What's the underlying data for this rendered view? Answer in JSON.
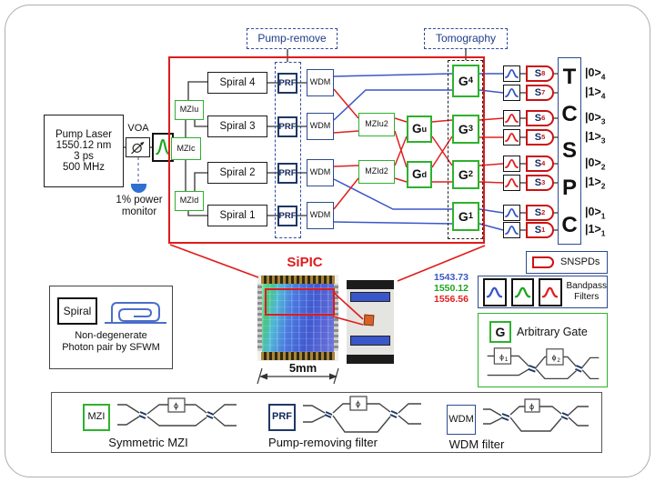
{
  "main": {
    "pump_laser": [
      "Pump Laser",
      "1550.12 nm",
      "3 ps",
      "500 MHz"
    ],
    "voa_label": "VOA",
    "power_monitor": [
      "1% power",
      "monitor"
    ],
    "pump_remove_label": "Pump-remove",
    "tomography_label": "Tomography",
    "mziu": "MZIu",
    "mzic": "MZIc",
    "mzid": "MZId",
    "mziu2": "MZIu2",
    "mzid2": "MZId2",
    "spirals": [
      "Spiral 4",
      "Spiral 3",
      "Spiral 2",
      "Spiral 1"
    ],
    "prf_label": "PRF",
    "wdm_label": "WDM",
    "gate_u": {
      "base": "G",
      "sub": "u"
    },
    "gate_d": {
      "base": "G",
      "sub": "d"
    },
    "gates": [
      {
        "base": "G",
        "sub": "4"
      },
      {
        "base": "G",
        "sub": "3"
      },
      {
        "base": "G",
        "sub": "2"
      },
      {
        "base": "G",
        "sub": "1"
      }
    ],
    "detectors": [
      {
        "base": "S",
        "sub": "8"
      },
      {
        "base": "S",
        "sub": "7"
      },
      {
        "base": "S",
        "sub": "6"
      },
      {
        "base": "S",
        "sub": "5"
      },
      {
        "base": "S",
        "sub": "4"
      },
      {
        "base": "S",
        "sub": "3"
      },
      {
        "base": "S",
        "sub": "2"
      },
      {
        "base": "S",
        "sub": "1"
      }
    ],
    "tcspc_letters": [
      "T",
      "C",
      "S",
      "P",
      "C"
    ],
    "kets": [
      {
        "base": "|0>",
        "sub": "4"
      },
      {
        "base": "|1>",
        "sub": "4"
      },
      {
        "base": "|0>",
        "sub": "3"
      },
      {
        "base": "|1>",
        "sub": "3"
      },
      {
        "base": "|0>",
        "sub": "2"
      },
      {
        "base": "|1>",
        "sub": "2"
      },
      {
        "base": "|0>",
        "sub": "1"
      },
      {
        "base": "|1>",
        "sub": "1"
      }
    ],
    "sipic_label": "SiPIC",
    "chip_scale": "5mm"
  },
  "legend": {
    "spiral_box": "Spiral",
    "spiral_desc": [
      "Non-degenerate",
      "Photon pair by SFWM"
    ],
    "wavelengths": [
      {
        "value": "1543.73",
        "color": "#3a57c9"
      },
      {
        "value": "1550.12",
        "color": "#1fa51f"
      },
      {
        "value": "1556.56",
        "color": "#e02020"
      }
    ],
    "snspd_label": "SNSPDs",
    "bandpass_label": [
      "Bandpass",
      "Filters"
    ],
    "arbitrary": {
      "g": "G",
      "title": "Arbitrary Gate",
      "phi1": {
        "base": "ϕ",
        "sub": "1"
      },
      "phi2": {
        "base": "ϕ",
        "sub": "2"
      }
    },
    "bottom": {
      "mzi": "MZI",
      "mzi_title": "Symmetric MZI",
      "prf": "PRF",
      "prf_title": "Pump-removing filter",
      "wdm": "WDM",
      "wdm_title": "WDM filter",
      "phi": "ϕ"
    }
  },
  "colors": {
    "signal_blue": "#3a57c9",
    "pump_green": "#1fa51f",
    "idler_red": "#e02020",
    "box_red": "#e01b1b",
    "gate_green": "#2db22d",
    "navy": "#1f3864"
  }
}
